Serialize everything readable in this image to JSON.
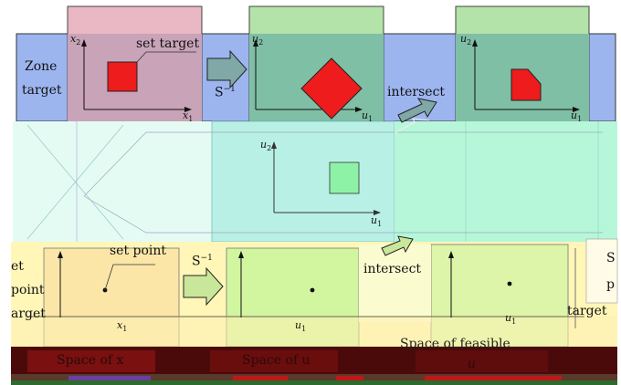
{
  "row1": {
    "left_label_line1": "Zone",
    "left_label_line2": "target",
    "set_target_label": "set target",
    "s_inverse_label": "S",
    "s_inverse_exp": "−1",
    "intersect_label": "intersect",
    "axes": {
      "panel1_y": "x",
      "panel1_y_sub": "2",
      "panel1_x": "x",
      "panel1_x_sub": "1",
      "panel2_y": "u",
      "panel2_y_sub": "2",
      "panel2_x": "u",
      "panel2_x_sub": "1",
      "panel3_y": "u",
      "panel3_y_sub": "2",
      "panel3_x": "u",
      "panel3_x_sub": "1"
    }
  },
  "row2": {
    "axes": {
      "y": "u",
      "y_sub": "2",
      "x": "u",
      "x_sub": "1"
    }
  },
  "row3": {
    "left_label_line1": "et",
    "left_label_line2": "point",
    "left_label_line3": "arget",
    "set_point_label": "set point",
    "s_inverse_label": "S",
    "s_inverse_exp": "−1",
    "intersect_label": "intersect",
    "right_label_line1": "S",
    "right_label_line2": "p",
    "right_label_line3": "target",
    "axes": {
      "panel1_x": "x",
      "panel1_x_sub": "1",
      "panel2_x": "u",
      "panel2_x_sub": "1",
      "panel3_x": "u",
      "panel3_x_sub": "1"
    }
  },
  "bottom": {
    "space_x": "Space of x",
    "space_u": "Space of u",
    "space_feasible": "Space of feasible",
    "feasible_suffix": "u"
  },
  "colors": {
    "blue_band": "#9db5ef",
    "pink_panel": "#e9b8c4",
    "green_panel": "#b3e3a8",
    "red_shape": "#ee1c1c",
    "teal_band": "#b8f5e7",
    "yellow_band": "#fff6b8",
    "dark_red_band": "#4a0a0a"
  }
}
